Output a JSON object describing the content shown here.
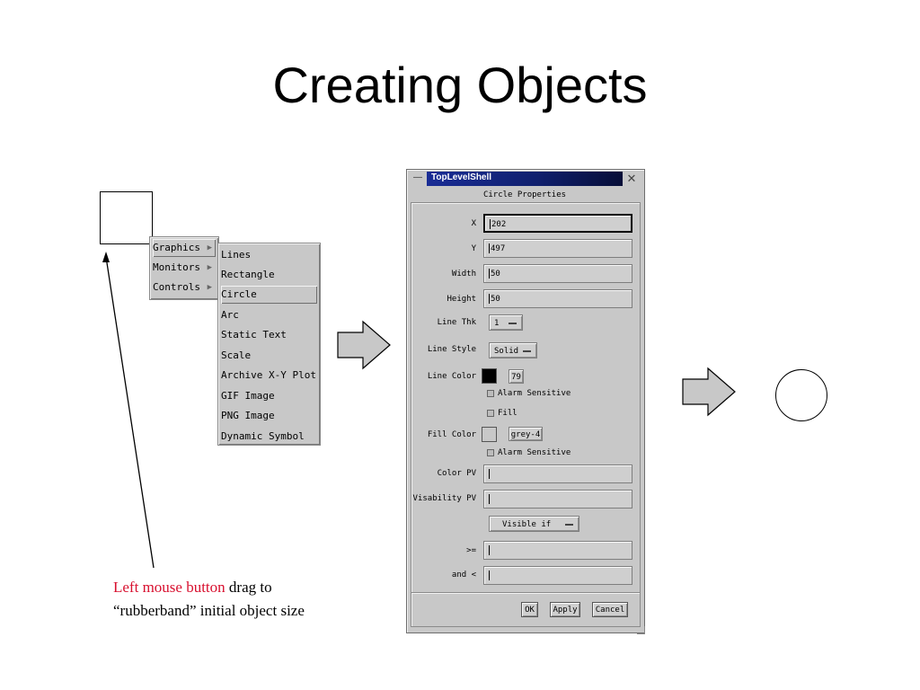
{
  "slide": {
    "title": "Creating Objects"
  },
  "menu": {
    "main_items": [
      {
        "label": "Graphics",
        "selected": true
      },
      {
        "label": "Monitors",
        "selected": false
      },
      {
        "label": "Controls",
        "selected": false
      }
    ],
    "cascade_glyph": "▶",
    "sub_items": [
      {
        "label": "Lines",
        "selected": false
      },
      {
        "label": "Rectangle",
        "selected": false
      },
      {
        "label": "Circle",
        "selected": true
      },
      {
        "label": "Arc",
        "selected": false
      },
      {
        "label": "Static Text",
        "selected": false
      },
      {
        "label": "Scale",
        "selected": false
      },
      {
        "label": "Archive X-Y Plot",
        "selected": false
      },
      {
        "label": "GIF Image",
        "selected": false
      },
      {
        "label": "PNG Image",
        "selected": false
      },
      {
        "label": "Dynamic Symbol",
        "selected": false
      }
    ]
  },
  "dialog": {
    "window_title": "TopLevelShell",
    "sys_menu_glyph": "—",
    "close_glyph": "✕",
    "header": "Circle Properties",
    "fields": {
      "x": {
        "label": "X",
        "value": "202"
      },
      "y": {
        "label": "Y",
        "value": "497"
      },
      "width": {
        "label": "Width",
        "value": "50"
      },
      "height": {
        "label": "Height",
        "value": "50"
      }
    },
    "line_thk": {
      "label": "Line Thk",
      "value": "1"
    },
    "line_style": {
      "label": "Line Style",
      "value": "Solid"
    },
    "line_color": {
      "label": "Line Color",
      "swatch": "#000000",
      "index": "79"
    },
    "alarm_sensitive_1": "Alarm Sensitive",
    "fill": "Fill",
    "fill_color": {
      "label": "Fill Color",
      "swatch": "#c8c8c8",
      "name": "grey-4"
    },
    "alarm_sensitive_2": "Alarm Sensitive",
    "color_pv": {
      "label": "Color PV",
      "value": ""
    },
    "visability_pv": {
      "label": "Visability PV",
      "value": ""
    },
    "visibility_mode": "Visible if",
    "ge": {
      "label": ">=",
      "value": ""
    },
    "lt": {
      "label": "and <",
      "value": ""
    },
    "buttons": {
      "ok": "OK",
      "apply": "Apply",
      "cancel": "Cancel"
    }
  },
  "caption": {
    "highlight": "Left mouse button",
    "rest_line1": " drag to",
    "line2": "“rubberband” initial object size"
  },
  "colors": {
    "caption_highlight": "#d8102f",
    "titlebar": "#1b2f9c",
    "widget_bg": "#c8c8c8"
  }
}
